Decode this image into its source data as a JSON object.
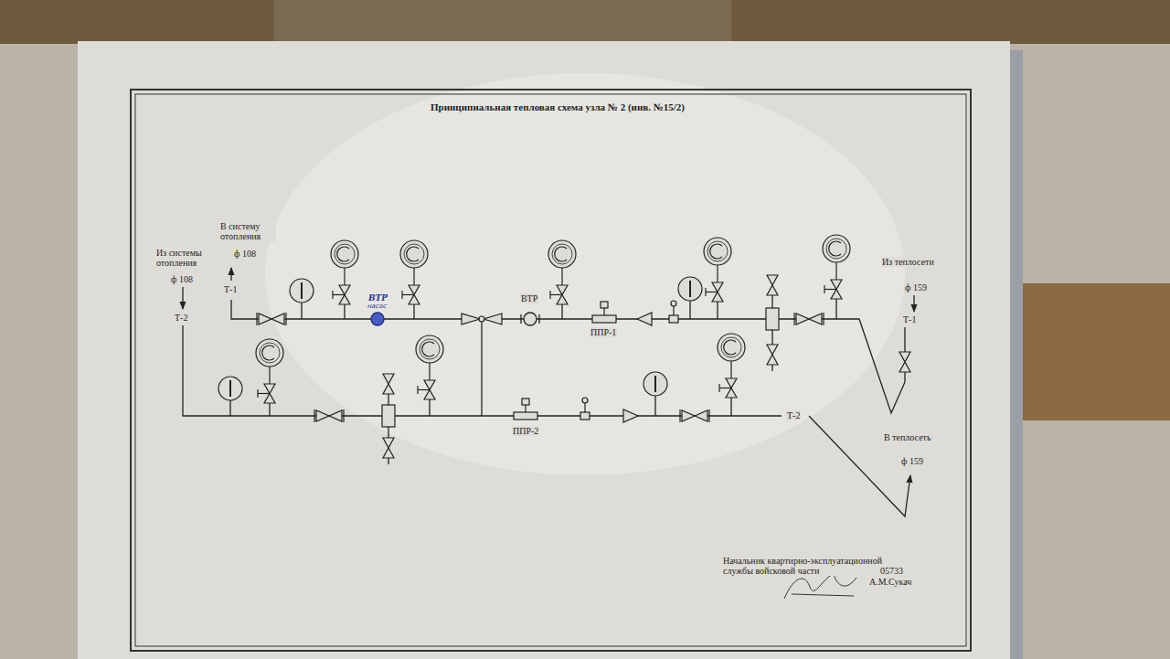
{
  "diagram": {
    "title": "Принципиальная тепловая схема узла № 2 (инв. №15/2)",
    "labels": [
      "В систему отопления",
      "ф 108",
      "Т-1",
      "Из системы отопления",
      "ф 108",
      "Т-2",
      "ВТР",
      "насос",
      "ВТР",
      "ППР-1",
      "ППР-2",
      "Из теплосети",
      "ф 159",
      "Т-1",
      "Т-2",
      "В теплосеть",
      "ф 159",
      "Начальник квартирно-эксплуатационной службы войсковой части",
      "05733",
      "А.М.Сукач"
    ]
  }
}
